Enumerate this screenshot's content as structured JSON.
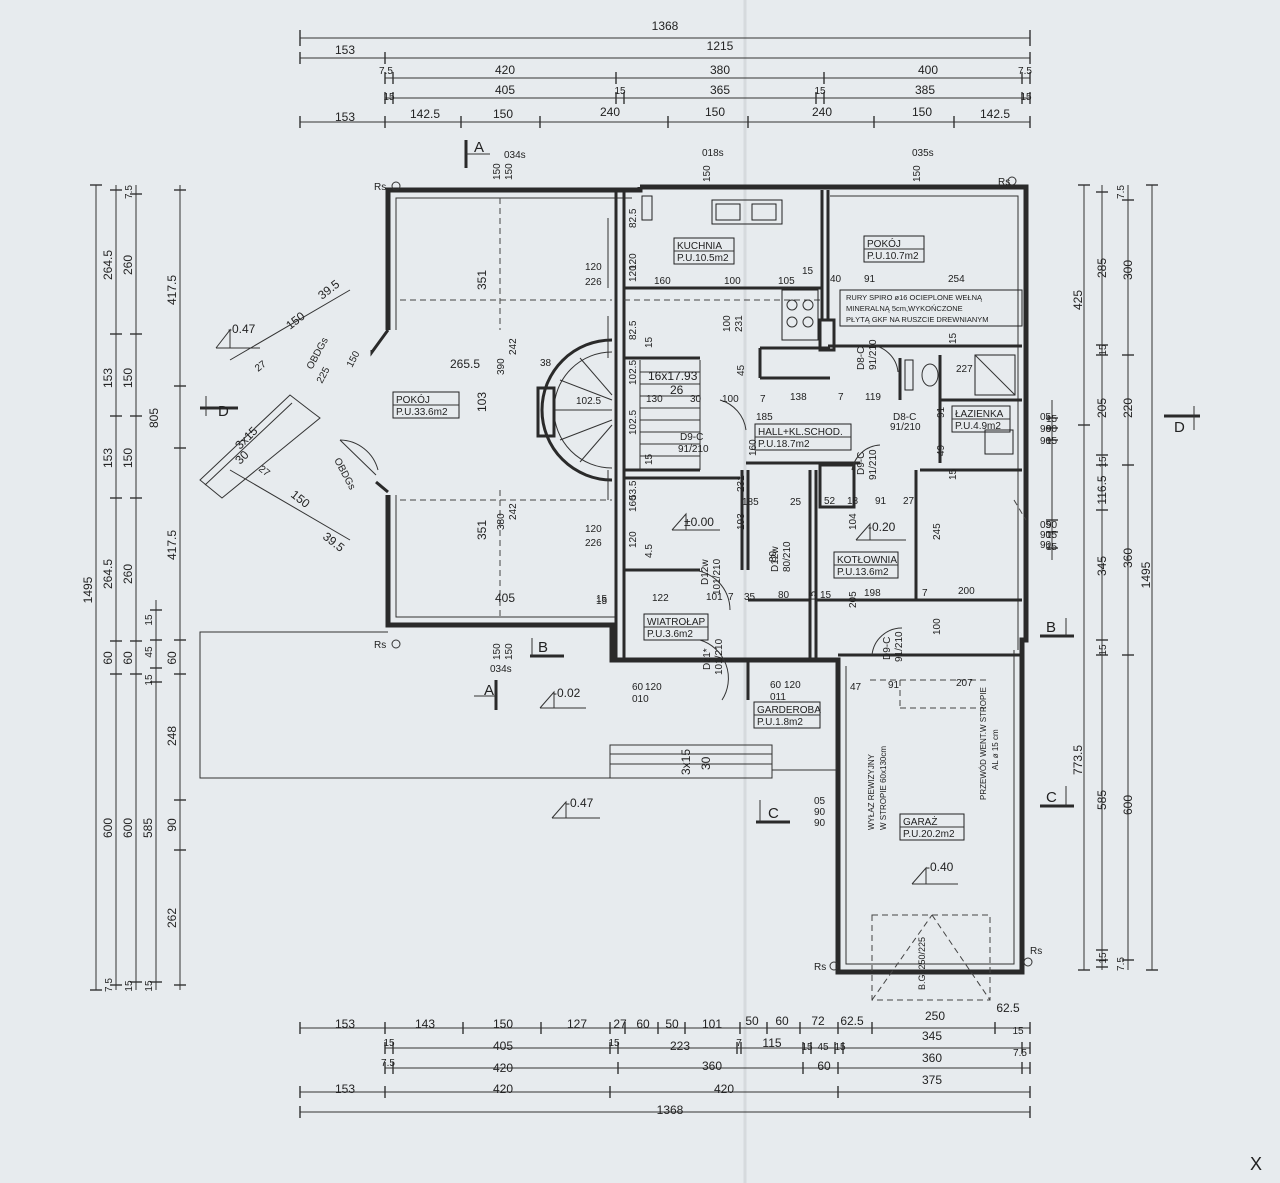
{
  "dims_top": [
    {
      "vals": [
        "1368"
      ]
    },
    {
      "vals": [
        "153",
        "1215"
      ]
    },
    {
      "vals": [
        "7.5",
        "420",
        "380",
        "400",
        "7.5"
      ]
    },
    {
      "vals": [
        "15",
        "405",
        "15",
        "365",
        "15",
        "385",
        "15"
      ]
    },
    {
      "vals": [
        "153",
        "142.5",
        "150",
        "240",
        "150",
        "240",
        "150",
        "142.5"
      ]
    }
  ],
  "dims_bottom": [
    {
      "vals": [
        "153",
        "143",
        "150",
        "127",
        "27",
        "60",
        "50",
        "101",
        "50",
        "60",
        "72",
        "62.5",
        "250",
        "62.5"
      ]
    },
    {
      "vals": [
        "15",
        "405",
        "15",
        "223",
        "7",
        "115",
        "15",
        "45",
        "15",
        "345",
        "15"
      ]
    },
    {
      "vals": [
        "7.5",
        "420",
        "360",
        "60",
        "360",
        "7.5"
      ]
    },
    {
      "vals": [
        "153",
        "420",
        "420",
        "375"
      ]
    },
    {
      "vals": [
        "1368"
      ]
    }
  ],
  "dims_left": [
    {
      "vals": [
        "1495"
      ]
    },
    {
      "vals": [
        "264.5",
        "153",
        "153",
        "264.5",
        "60",
        "600",
        "7.5"
      ]
    },
    {
      "vals": [
        "7.5",
        "260",
        "150",
        "150",
        "260",
        "60",
        "600",
        "15"
      ]
    },
    {
      "vals": [
        "15",
        "15",
        "45",
        "585",
        "15"
      ]
    },
    {
      "vals": [
        "417.5",
        "805",
        "417.5",
        "60",
        "248",
        "90",
        "262"
      ]
    }
  ],
  "dims_right": [
    {
      "vals": [
        "15",
        "90",
        "15",
        "90",
        "15",
        "15"
      ]
    },
    {
      "vals": [
        "7.5",
        "285",
        "15",
        "205",
        "15",
        "116.5",
        "345",
        "15",
        "585",
        "15",
        "7.5"
      ]
    },
    {
      "vals": [
        "300",
        "220",
        "360",
        "600"
      ]
    },
    {
      "vals": [
        "425",
        "1495",
        "773.5"
      ]
    }
  ],
  "rooms": [
    {
      "name": "KUCHNIA",
      "area": "P.U.10.5m2"
    },
    {
      "name": "POKÓJ",
      "area": "P.U.10.7m2"
    },
    {
      "name": "POKÓJ",
      "area": "P.U.33.6m2"
    },
    {
      "name": "HALL+KL.SCHOD.",
      "area": "P.U.18.7m2"
    },
    {
      "name": "ŁAZIENKA",
      "area": "P.U.4.9m2"
    },
    {
      "name": "KOTŁOWNIA",
      "area": "P.U.13.6m2"
    },
    {
      "name": "WIATROŁAP",
      "area": "P.U.3.6m2"
    },
    {
      "name": "GARDEROBA",
      "area": "P.U.1.8m2"
    },
    {
      "name": "GARAŻ",
      "area": "P.U.20.2m2"
    }
  ],
  "notes": {
    "rury": [
      "RURY SPIRO ø16 OCIEPLONE WEŁNĄ",
      "MINERALNĄ 5cm,WYKOŃCZONE",
      "PŁYTĄ GKF NA RUSZCIE DREWNIANYM"
    ],
    "wylaz": [
      "WYŁAZ REWIZYJNY",
      "W STROPIE 60x130cm"
    ],
    "przewod": [
      "PRZEWÓD WENT.W STROPIE",
      "AL ø 15 cm"
    ],
    "stairs": "16x17.93",
    "stairs_26": "26",
    "gate": "B.G. 250/225",
    "steps": "3x15",
    "steps_sub": "30",
    "bay": "3x15",
    "bay_sub": "30"
  },
  "doors": [
    "D9-C",
    "91/210",
    "D8-C",
    "91/210",
    "D8-C",
    "91/210",
    "D12w",
    "101/210",
    "Dz1*",
    "101/210",
    "D9-C",
    "91/210",
    "D12w",
    "80/210",
    "D9-C",
    "91/210",
    "OBDGs",
    "OBDGs"
  ],
  "levels": [
    "-0.47",
    "±0.00",
    "-0.20",
    "-0.02",
    "-0.47",
    "-0.40"
  ],
  "sections": [
    "A",
    "A",
    "B",
    "B",
    "C",
    "C",
    "D",
    "D"
  ],
  "rs": [
    "Rs",
    "Rs",
    "Rs",
    "Rs",
    "Rs"
  ],
  "windows": [
    "150",
    "150",
    "034s",
    "018s",
    "150",
    "035s",
    "150",
    "150",
    "150",
    "034s",
    "60",
    "120",
    "010",
    "60",
    "120",
    "011",
    "05",
    "90",
    "90",
    "05",
    "90",
    "90",
    "05",
    "90",
    "90"
  ],
  "misc": [
    "120",
    "226",
    "120",
    "351",
    "390",
    "242",
    "103",
    "380",
    "242",
    "351",
    "265.5",
    "38",
    "102.5",
    "130",
    "30",
    "100",
    "7",
    "138",
    "7",
    "119",
    "160",
    "100",
    "105",
    "15",
    "40",
    "91",
    "254",
    "82.5",
    "120",
    "82.5",
    "15",
    "45",
    "100",
    "231",
    "227",
    "15",
    "91",
    "49",
    "160",
    "231",
    "185",
    "25",
    "52",
    "18",
    "91",
    "27",
    "104",
    "15",
    "193",
    "160",
    "185",
    "122",
    "4.5",
    "15",
    "101",
    "7",
    "35",
    "80",
    "15",
    "205",
    "198",
    "7",
    "200",
    "100",
    "245",
    "47",
    "91",
    "207",
    "405",
    "15",
    "53.5",
    "102.5",
    "102.5",
    "15",
    "120",
    "226",
    "150",
    "39.5",
    "27",
    "150",
    "225",
    "150",
    "39.5",
    "27",
    "120",
    "15",
    "80"
  ],
  "corner_mark": "X"
}
